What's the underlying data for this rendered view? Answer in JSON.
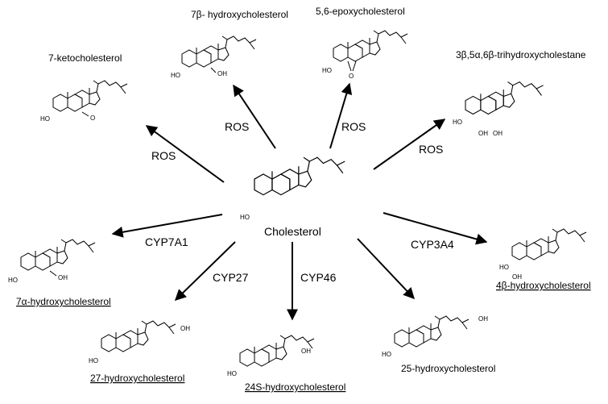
{
  "center": {
    "name": "Cholesterol"
  },
  "products": [
    {
      "name": "7-ketocholesterol",
      "underlined": false,
      "group": "O"
    },
    {
      "name": "7β- hydroxycholesterol",
      "underlined": false,
      "group": "OH"
    },
    {
      "name": "5,6-epoxycholesterol",
      "underlined": false,
      "group": "O"
    },
    {
      "name": "3β,5α,6β-trihydroxycholestane",
      "underlined": false,
      "group": "OH"
    },
    {
      "name": "7α-hydroxycholesterol",
      "underlined": true,
      "group": "OH"
    },
    {
      "name": "27-hydroxycholesterol",
      "underlined": true,
      "group": "OH"
    },
    {
      "name": "24S-hydroxycholesterol",
      "underlined": true,
      "group": "OH"
    },
    {
      "name": "25-hydroxycholesterol",
      "underlined": false,
      "group": "OH"
    },
    {
      "name": "4β-hydroxycholesterol",
      "underlined": true,
      "group": "OH"
    }
  ],
  "enzymes": {
    "ros_left": "ROS",
    "ros_upper_left": "ROS",
    "ros_upper": "ROS",
    "ros_right": "ROS",
    "cyp7a1": "CYP7A1",
    "cyp27": "CYP27",
    "cyp46": "CYP46",
    "cyp3a4": "CYP3A4"
  },
  "structure_labels": {
    "ho": "HO",
    "oh": "OH",
    "o": "O"
  }
}
